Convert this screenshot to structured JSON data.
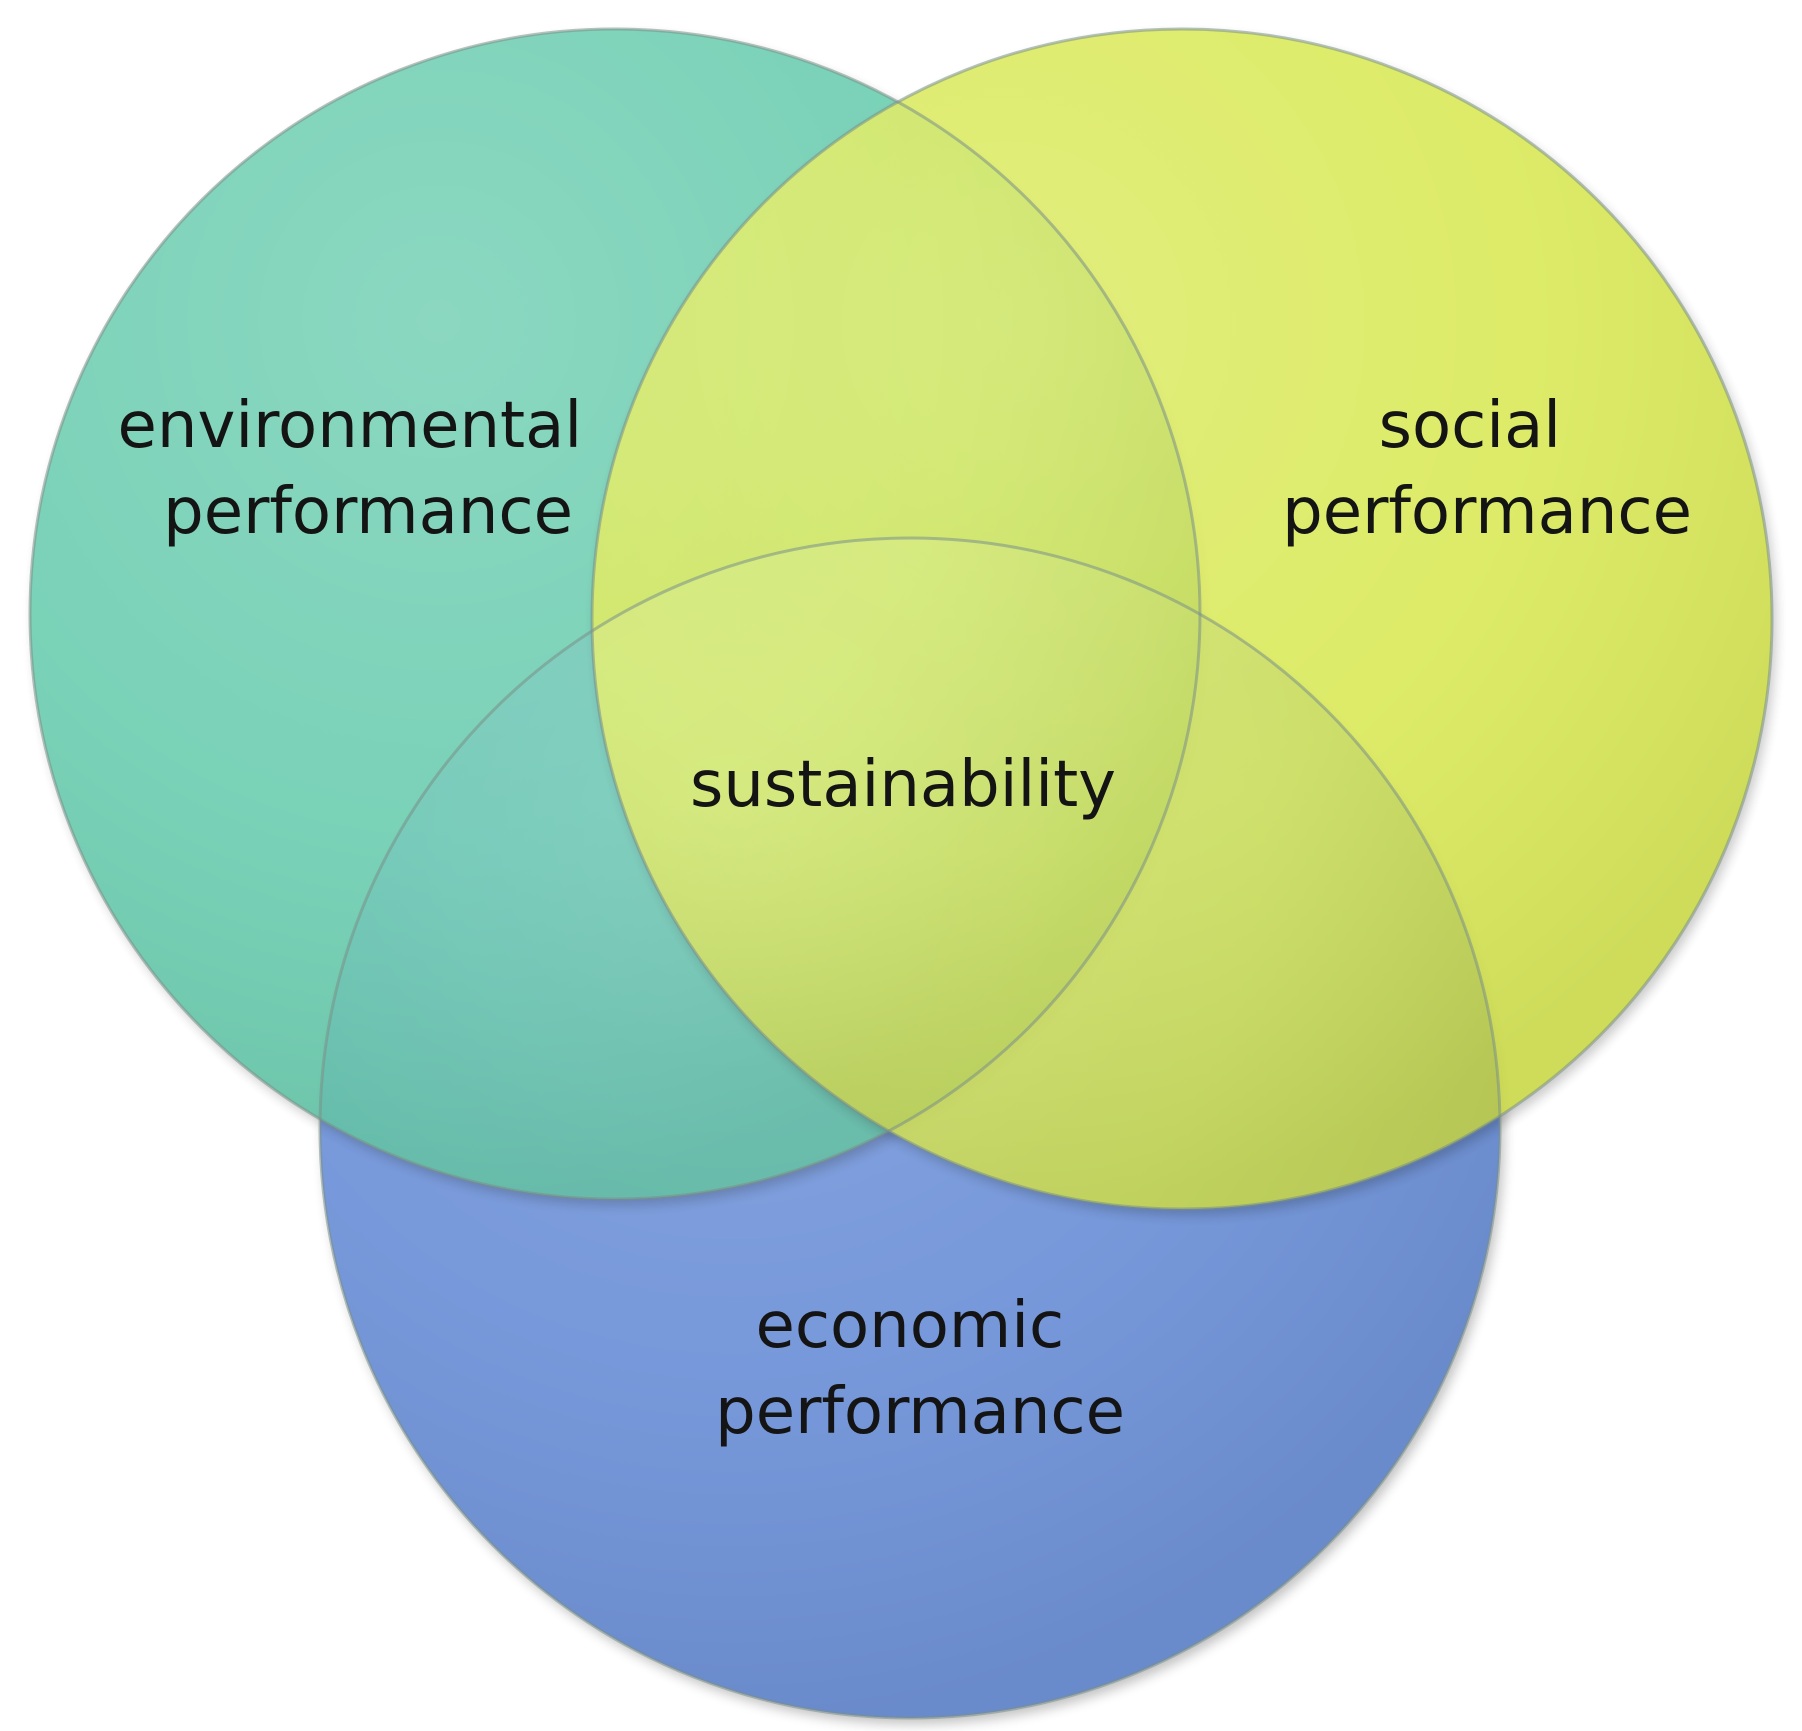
{
  "diagram": {
    "type": "venn",
    "circles": [
      {
        "id": "environmental",
        "label_lines": [
          "environmental",
          "performance"
        ],
        "color": "#5fc9a9"
      },
      {
        "id": "social",
        "label_lines": [
          "social",
          "performance"
        ],
        "color": "#d7e84c"
      },
      {
        "id": "economic",
        "label_lines": [
          "economic",
          "performance"
        ],
        "color": "#6f93d8"
      }
    ],
    "center_label": "sustainability",
    "colors": {
      "environmental_social_overlap": "#64c27a",
      "environmental_economic_overlap": "#55b3ab",
      "social_economic_overlap": "#b6d15a",
      "outline": "#7a8f88"
    }
  }
}
